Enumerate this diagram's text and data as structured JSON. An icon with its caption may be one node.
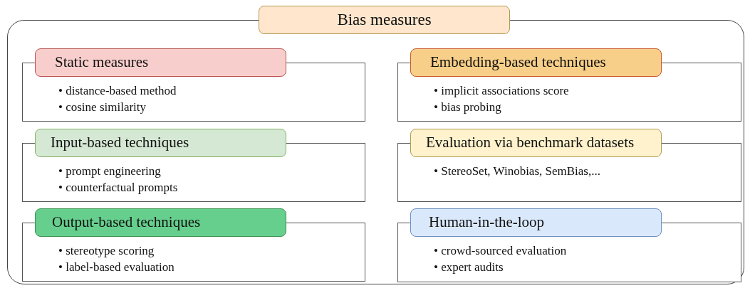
{
  "diagram": {
    "nodes": [
      {
        "text": [
          "Bias measures"
        ]
      },
      {
        "text": [
          "Static measures",
          "• distance-based method",
          "• cosine similarity"
        ],
        "in": 0
      },
      {
        "text": [
          "Embedding-based techniques",
          "• implicit associations score",
          "• bias probing"
        ],
        "in": 0
      },
      {
        "text": [
          "Input-based techniques",
          "• prompt engineering",
          "• counterfactual prompts"
        ],
        "in": 0
      },
      {
        "text": [
          "Evaluation via benchmark datasets",
          "• StereoSet, Winobias, SemBias,..."
        ],
        "in": 0
      },
      {
        "text": [
          "Output-based techniques",
          "• stereotype scoring",
          "• label-based evaluation"
        ],
        "in": 0
      },
      {
        "text": [
          "Human-in-the-loop",
          "• crowd-sourced evaluation",
          "• expert audits"
        ],
        "in": 0
      }
    ]
  }
}
